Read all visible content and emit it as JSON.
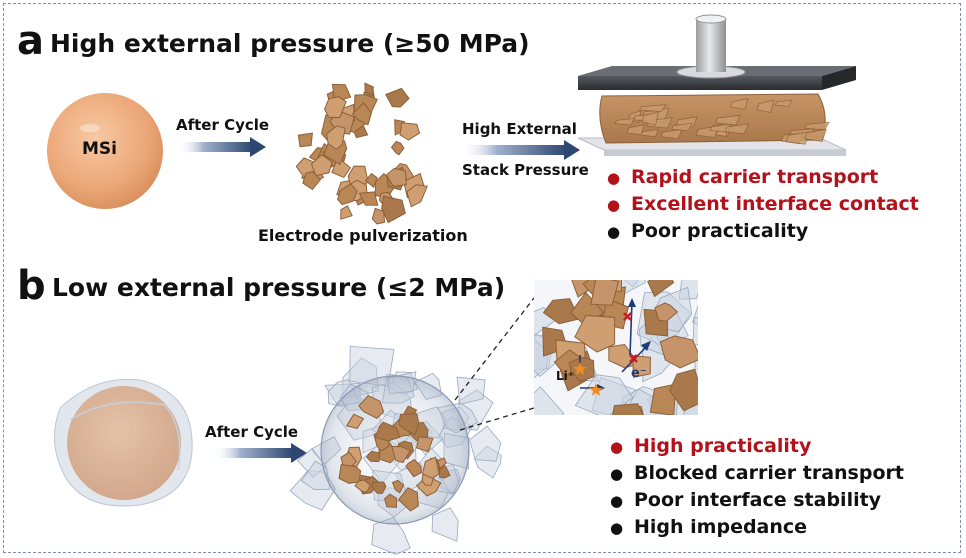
{
  "panel_a": {
    "letter": "a",
    "title": "High external pressure (≥50 MPa)",
    "particle_label": "MSi",
    "arrow1_label": "After Cycle",
    "pulverized_caption": "Electrode pulverization",
    "arrow2_label_line1": "High External",
    "arrow2_label_line2": "Stack Pressure",
    "bullets": [
      {
        "text": "Rapid carrier transport",
        "color": "#b3121b"
      },
      {
        "text": "Excellent interface contact",
        "color": "#b3121b"
      },
      {
        "text": "Poor practicality",
        "color": "#111111"
      }
    ]
  },
  "panel_b": {
    "letter": "b",
    "title": "Low external pressure (≤2 MPa)",
    "arrow_label": "After Cycle",
    "inset_li": "Li⁺",
    "inset_e": "e⁻",
    "bullets": [
      {
        "text": "High practicality",
        "color": "#b3121b"
      },
      {
        "text": "Blocked carrier transport",
        "color": "#111111"
      },
      {
        "text": "Poor interface stability",
        "color": "#111111"
      },
      {
        "text": "High impedance",
        "color": "#111111"
      }
    ]
  },
  "colors": {
    "particle": "#e9a271",
    "fragment": "#b98656",
    "arrow": "#2d4771",
    "press_plate": "#3b3d42"
  }
}
